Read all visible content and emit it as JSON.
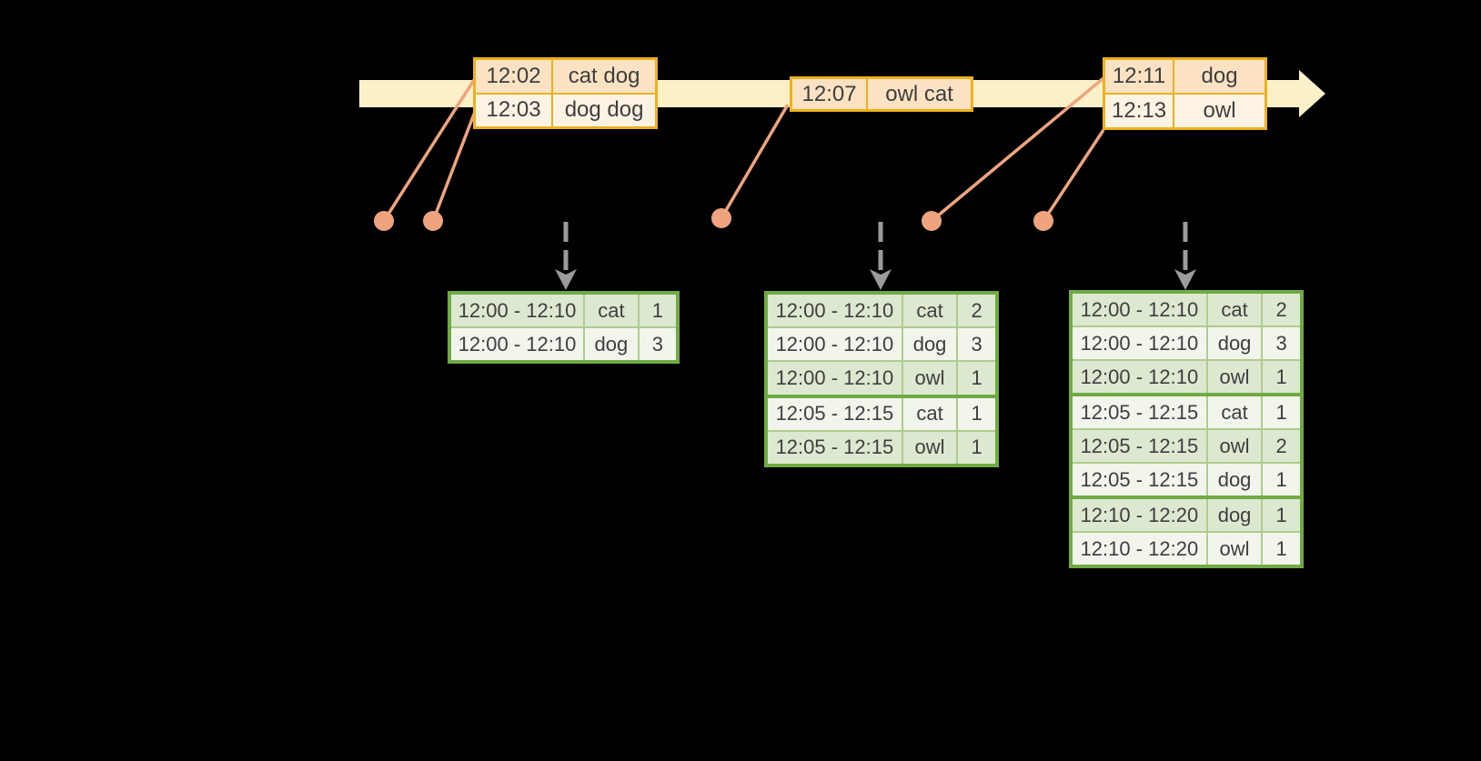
{
  "diagram_title": "windowed-grouped-aggregation-stream",
  "colors": {
    "background": "#000000",
    "timeline_fill": "#FBF0C7",
    "event_table_border": "#EDB11F",
    "event_row_tint": "#FBE2C2",
    "event_row_light": "#FDF3E4",
    "result_table_border": "#6FAA44",
    "result_grid_light": "#AFCC8E",
    "result_row_tint": "#DDE8D0",
    "result_row_light": "#F1F5EC",
    "connector_salmon": "#EFA47E",
    "trigger_arrow_gray": "#9B9B9B",
    "text": "#3E3E3E"
  },
  "event_tables": [
    {
      "rows": [
        {
          "time": "12:02",
          "words": "cat dog"
        },
        {
          "time": "12:03",
          "words": "dog dog"
        }
      ]
    },
    {
      "rows": [
        {
          "time": "12:07",
          "words": "owl cat"
        }
      ]
    },
    {
      "rows": [
        {
          "time": "12:11",
          "words": "dog"
        },
        {
          "time": "12:13",
          "words": "owl"
        }
      ]
    }
  ],
  "result_tables": [
    {
      "rows": [
        {
          "window": "12:00 - 12:10",
          "word": "cat",
          "count": "1"
        },
        {
          "window": "12:00 - 12:10",
          "word": "dog",
          "count": "3"
        }
      ]
    },
    {
      "rows": [
        {
          "window": "12:00 - 12:10",
          "word": "cat",
          "count": "2"
        },
        {
          "window": "12:00 - 12:10",
          "word": "dog",
          "count": "3"
        },
        {
          "window": "12:00 - 12:10",
          "word": "owl",
          "count": "1"
        },
        {
          "window": "12:05 - 12:15",
          "word": "cat",
          "count": "1"
        },
        {
          "window": "12:05 - 12:15",
          "word": "owl",
          "count": "1"
        }
      ]
    },
    {
      "rows": [
        {
          "window": "12:00 - 12:10",
          "word": "cat",
          "count": "2"
        },
        {
          "window": "12:00 - 12:10",
          "word": "dog",
          "count": "3"
        },
        {
          "window": "12:00 - 12:10",
          "word": "owl",
          "count": "1"
        },
        {
          "window": "12:05 - 12:15",
          "word": "cat",
          "count": "1"
        },
        {
          "window": "12:05 - 12:15",
          "word": "owl",
          "count": "2"
        },
        {
          "window": "12:05 - 12:15",
          "word": "dog",
          "count": "1"
        },
        {
          "window": "12:10 - 12:20",
          "word": "dog",
          "count": "1"
        },
        {
          "window": "12:10 - 12:20",
          "word": "owl",
          "count": "1"
        }
      ]
    }
  ]
}
